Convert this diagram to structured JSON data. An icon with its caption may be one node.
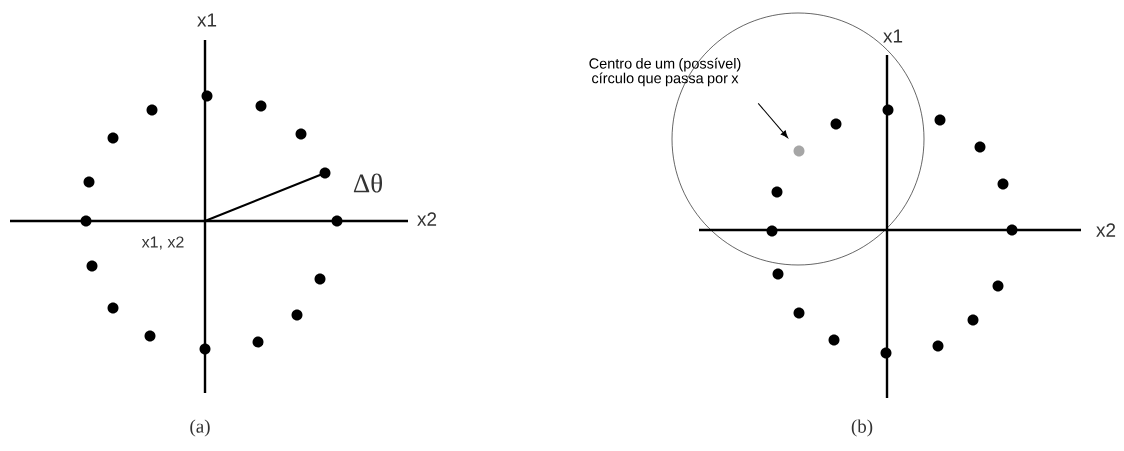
{
  "diagram": {
    "nodes": [
      {
        "text": [
          "Centro de um (possível) círculo que passa por x"
        ]
      },
      {
        "text": [],
        "shape": "circle"
      }
    ],
    "edges": [
      {
        "from": 0,
        "to": 1,
        "arrow": "to"
      }
    ],
    "labels": [
      "x1",
      "x2",
      "x1, x2",
      "Δθ",
      "(a)",
      "x1",
      "x2",
      "(b)"
    ]
  }
}
